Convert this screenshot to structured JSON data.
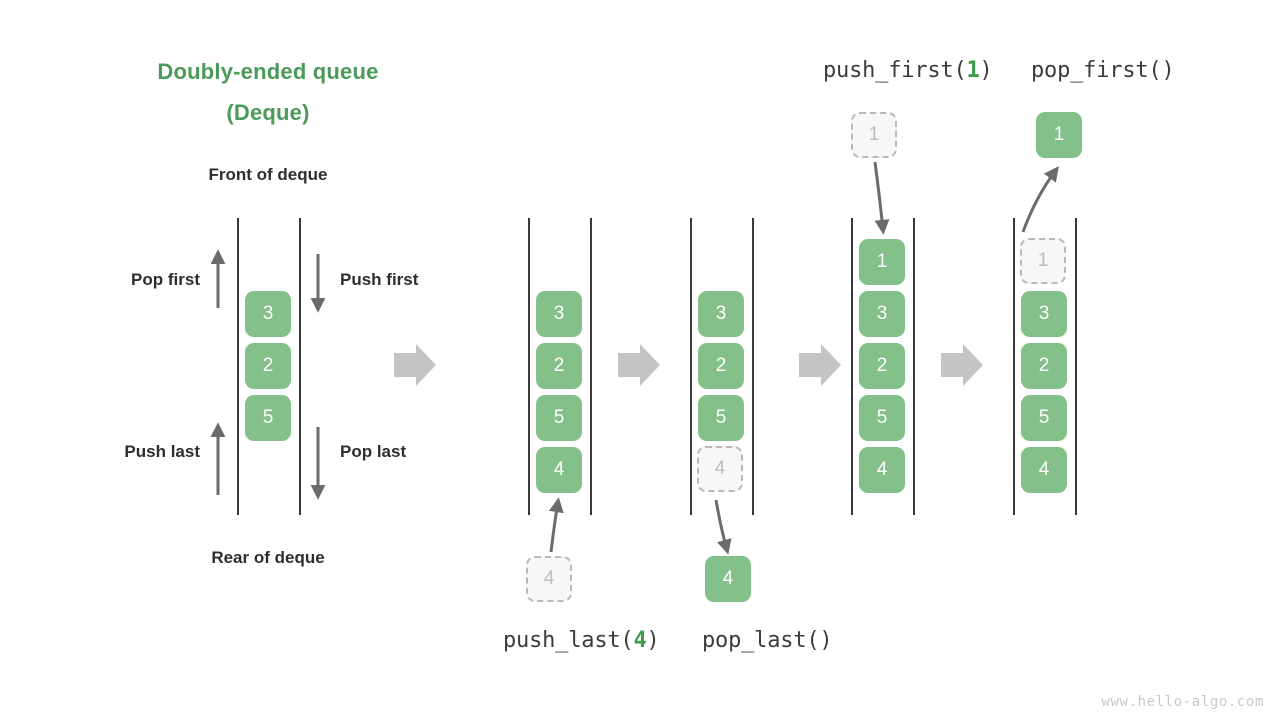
{
  "title": {
    "line1": "Doubly-ended queue",
    "line2": "(Deque)",
    "color": "#4c9a5a"
  },
  "labels": {
    "front": "Front of deque",
    "rear": "Rear of deque",
    "pop_first": "Pop first",
    "push_first": "Push first",
    "push_last": "Push last",
    "pop_last": "Pop last"
  },
  "captions": {
    "push_last_prefix": "push_last(",
    "push_last_arg": "4",
    "push_last_suffix": ")",
    "pop_last": "pop_last()",
    "push_first_prefix": "push_first(",
    "push_first_arg": "1",
    "push_first_suffix": ")",
    "pop_first": "pop_first()"
  },
  "colors": {
    "box_green": "#84c08a",
    "ghost_fill": "#f7f7f7",
    "ghost_border": "#b9b9b9",
    "arrow_gray": "#6b6b6b",
    "block_arrow": "#c4c4c4",
    "rail": "#3a3a3a",
    "text_dark": "#2e2e2e",
    "accent_green": "#4c9a5a",
    "watermark": "#c9c9c9"
  },
  "panels": [
    {
      "name": "overview-deque",
      "items": [
        {
          "value": "3",
          "state": "solid"
        },
        {
          "value": "2",
          "state": "solid"
        },
        {
          "value": "5",
          "state": "solid"
        }
      ]
    },
    {
      "name": "push-last-before",
      "items": [
        {
          "value": "3",
          "state": "solid"
        },
        {
          "value": "2",
          "state": "solid"
        },
        {
          "value": "5",
          "state": "solid"
        },
        {
          "value": "4",
          "state": "solid"
        }
      ],
      "floating": {
        "value": "4",
        "state": "ghost",
        "position": "below"
      }
    },
    {
      "name": "pop-last-after",
      "items": [
        {
          "value": "3",
          "state": "solid"
        },
        {
          "value": "2",
          "state": "solid"
        },
        {
          "value": "5",
          "state": "solid"
        },
        {
          "value": "4",
          "state": "ghost"
        }
      ],
      "floating": {
        "value": "4",
        "state": "solid",
        "position": "below"
      }
    },
    {
      "name": "push-first-after",
      "items": [
        {
          "value": "1",
          "state": "solid"
        },
        {
          "value": "3",
          "state": "solid"
        },
        {
          "value": "2",
          "state": "solid"
        },
        {
          "value": "5",
          "state": "solid"
        },
        {
          "value": "4",
          "state": "solid"
        }
      ],
      "floating": {
        "value": "1",
        "state": "ghost",
        "position": "above"
      }
    },
    {
      "name": "pop-first-after",
      "items": [
        {
          "value": "1",
          "state": "ghost"
        },
        {
          "value": "3",
          "state": "solid"
        },
        {
          "value": "2",
          "state": "solid"
        },
        {
          "value": "5",
          "state": "solid"
        },
        {
          "value": "4",
          "state": "solid"
        }
      ],
      "floating": {
        "value": "1",
        "state": "solid",
        "position": "above"
      }
    }
  ],
  "watermark": "www.hello-algo.com"
}
